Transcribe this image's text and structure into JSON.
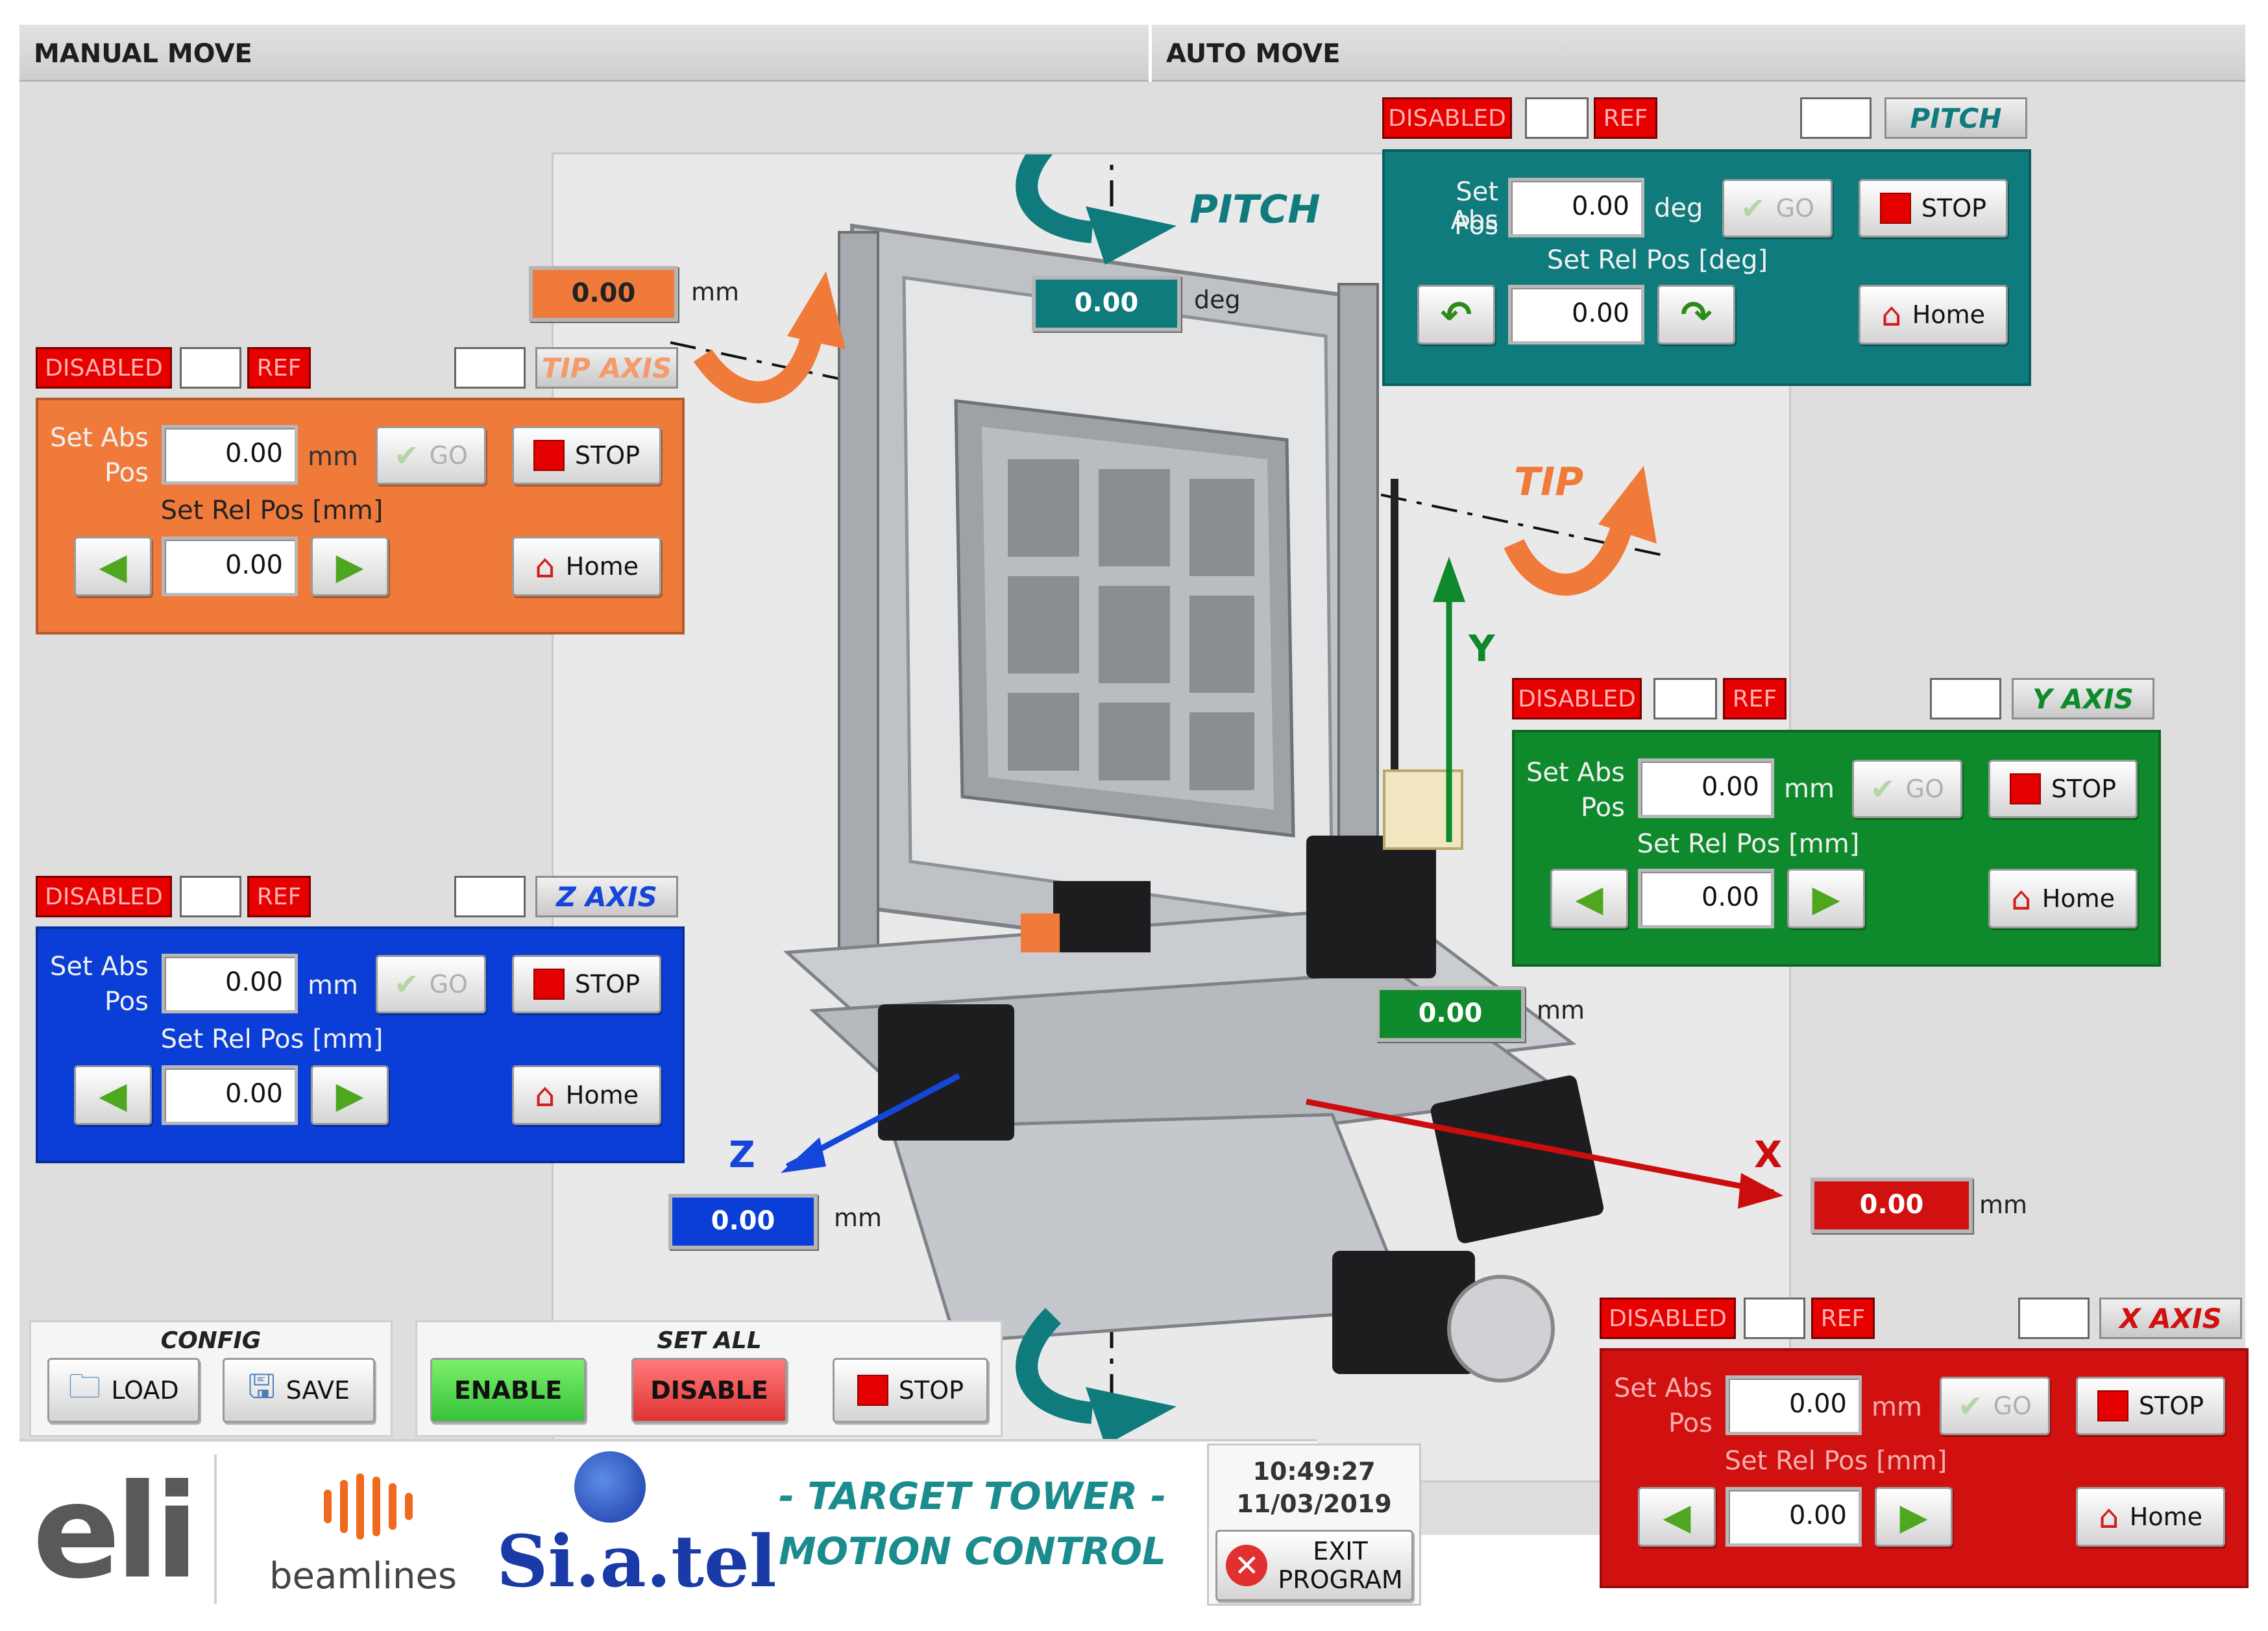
{
  "tabs": {
    "manual": "MANUAL MOVE",
    "auto": "AUTO MOVE"
  },
  "common": {
    "status_disabled": "DISABLED",
    "status_ref": "REF",
    "set_abs_pos_1": "Set Abs",
    "set_abs_pos_2": "Pos",
    "go": "GO",
    "stop": "STOP",
    "home": "Home",
    "value": "0.00",
    "rel_value": "0.00"
  },
  "panels": {
    "pitch": {
      "axis_label": "PITCH",
      "unit": "deg",
      "rel_label": "Set Rel Pos [deg]",
      "color": "#0f7b7d"
    },
    "tip": {
      "axis_label": "TIP AXIS",
      "unit": "mm",
      "rel_label": "Set Rel Pos [mm]",
      "color": "#f07a3a"
    },
    "y": {
      "axis_label": "Y AXIS",
      "unit": "mm",
      "rel_label": "Set Rel Pos [mm]",
      "color": "#0e8a2c"
    },
    "z": {
      "axis_label": "Z AXIS",
      "unit": "mm",
      "rel_label": "Set Rel Pos [mm]",
      "color": "#0a3ed6"
    },
    "x": {
      "axis_label": "X AXIS",
      "unit": "mm",
      "rel_label": "Set Rel Pos [mm]",
      "color": "#d11010"
    }
  },
  "readouts": {
    "tip": {
      "value": "0.00",
      "unit": "mm",
      "color": "#f07a3a"
    },
    "pitch": {
      "value": "0.00",
      "unit": "deg",
      "color": "#0f7b7d"
    },
    "y": {
      "value": "0.00",
      "unit": "mm",
      "color": "#0e8a2c"
    },
    "z": {
      "value": "0.00",
      "unit": "mm",
      "color": "#0a3ed6"
    },
    "x": {
      "value": "0.00",
      "unit": "mm",
      "color": "#d11010"
    }
  },
  "scene_labels": {
    "pitch": "PITCH",
    "tip": "TIP",
    "x": "X",
    "y": "Y",
    "z": "Z"
  },
  "config": {
    "title": "CONFIG",
    "load": "LOAD",
    "save": "SAVE"
  },
  "set_all": {
    "title": "SET ALL",
    "enable": "ENABLE",
    "disable": "DISABLE",
    "stop": "STOP"
  },
  "banner": {
    "logo_eli": "eli",
    "beamlines": "beamlines",
    "siatel": "Si.a.tel",
    "title_line1": "- TARGET TOWER -",
    "title_line2": "MOTION CONTROL"
  },
  "clock": {
    "time": "10:49:27",
    "date": "11/03/2019"
  },
  "exit": {
    "line1": "EXIT",
    "line2": "PROGRAM"
  }
}
